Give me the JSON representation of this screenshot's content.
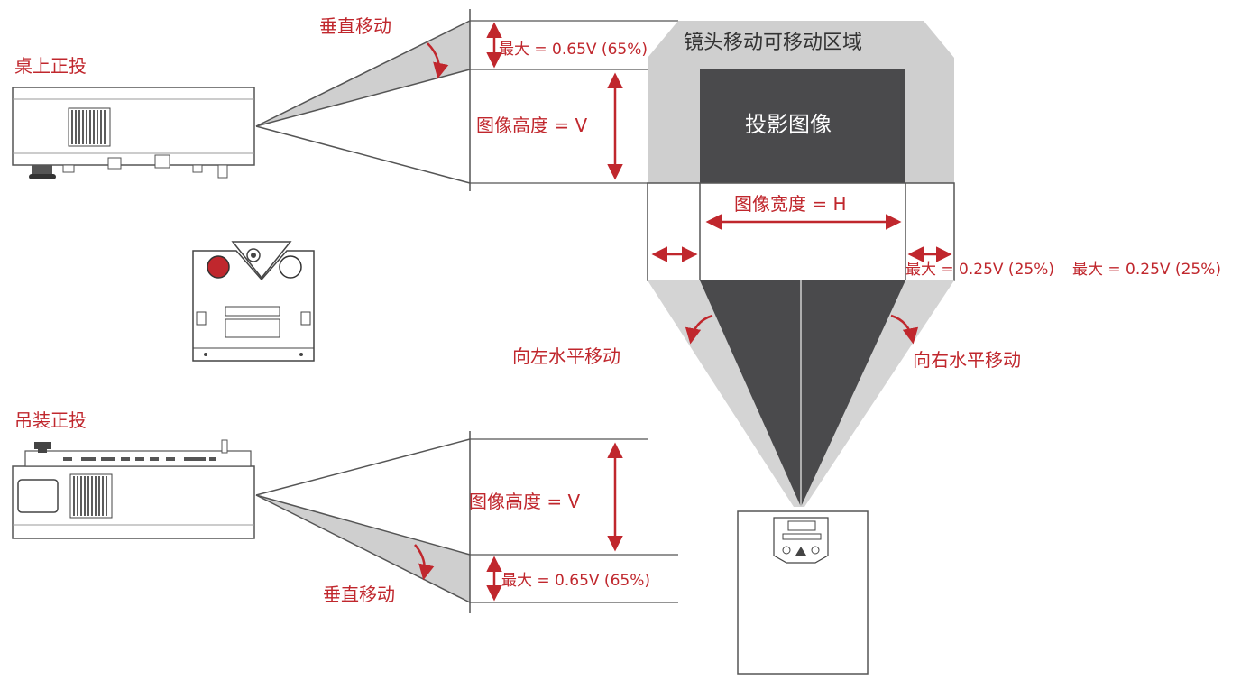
{
  "labels": {
    "desktop_front": "桌上正投",
    "ceiling_front": "吊装正投",
    "vertical_shift_top": "垂直移动",
    "vertical_shift_bottom": "垂直移动",
    "max_vertical_top": "最大 = 0.65V (65%)",
    "max_vertical_bottom": "最大 = 0.65V (65%)",
    "image_height_top": "图像高度 = V",
    "image_height_bottom": "图像高度 = V",
    "lens_shift_area": "镜头移动可移动区域",
    "projected_image": "投影图像",
    "image_width": "图像宽度 = H",
    "max_horizontal_left": "最大 = 0.25V (25%)",
    "max_horizontal_right": "最大 = 0.25V (25%)",
    "shift_left": "向左水平移动",
    "shift_right": "向右水平移动"
  },
  "colors": {
    "accent_red": "#c0272d",
    "shift_area_gray": "#cfcfcf",
    "image_dark": "#4a4a4c",
    "beam_light": "#d4d4d4"
  }
}
